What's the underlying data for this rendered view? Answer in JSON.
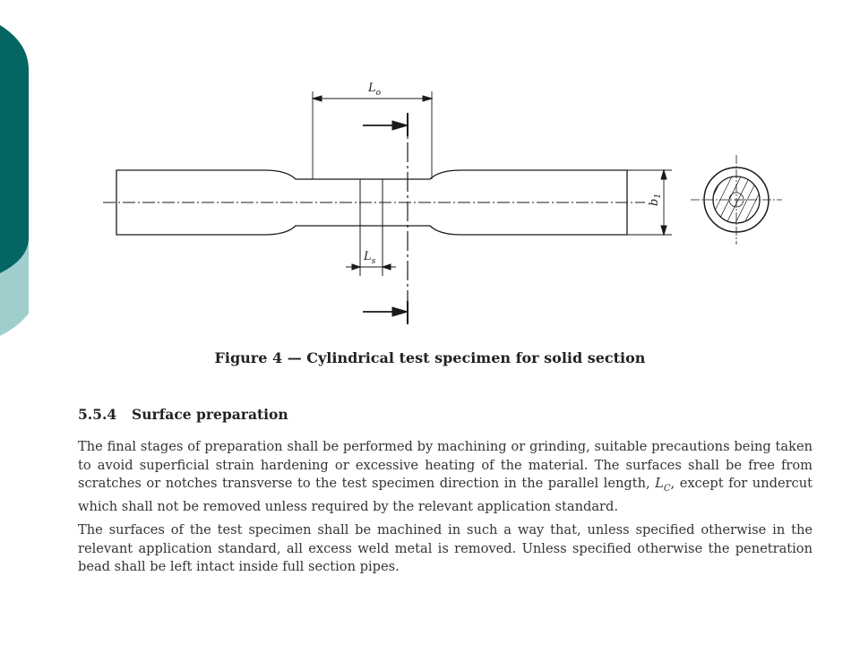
{
  "colors": {
    "decor_dark": "#046563",
    "decor_light": "#9fcfcd",
    "line": "#1a1a1a",
    "text": "#333333"
  },
  "figure": {
    "labels": {
      "lo_main": "L",
      "lo_sub": "o",
      "ls_main": "L",
      "ls_sub": "s",
      "b1_main": "b",
      "b1_sub": "1"
    },
    "caption": "Figure 4 — Cylindrical test specimen for solid section"
  },
  "section": {
    "number": "5.5.4",
    "title": "Surface preparation",
    "para1_before": "The final stages of preparation shall be performed by machining or grinding, suitable precautions being taken to avoid superficial strain hardening or excessive heating of the material. The surfaces shall be free from scratches or notches transverse to the test specimen direction in the parallel length, ",
    "para1_symbol": "L",
    "para1_symbol_sub": "C",
    "para1_after": ", except for undercut which shall not be removed unless required by the relevant application standard.",
    "para2": "The surfaces of the test specimen shall be machined in such a way that, unless specified otherwise in the relevant application standard, all excess weld metal is removed. Unless specified otherwise the penetration bead shall be left intact inside full section pipes."
  }
}
